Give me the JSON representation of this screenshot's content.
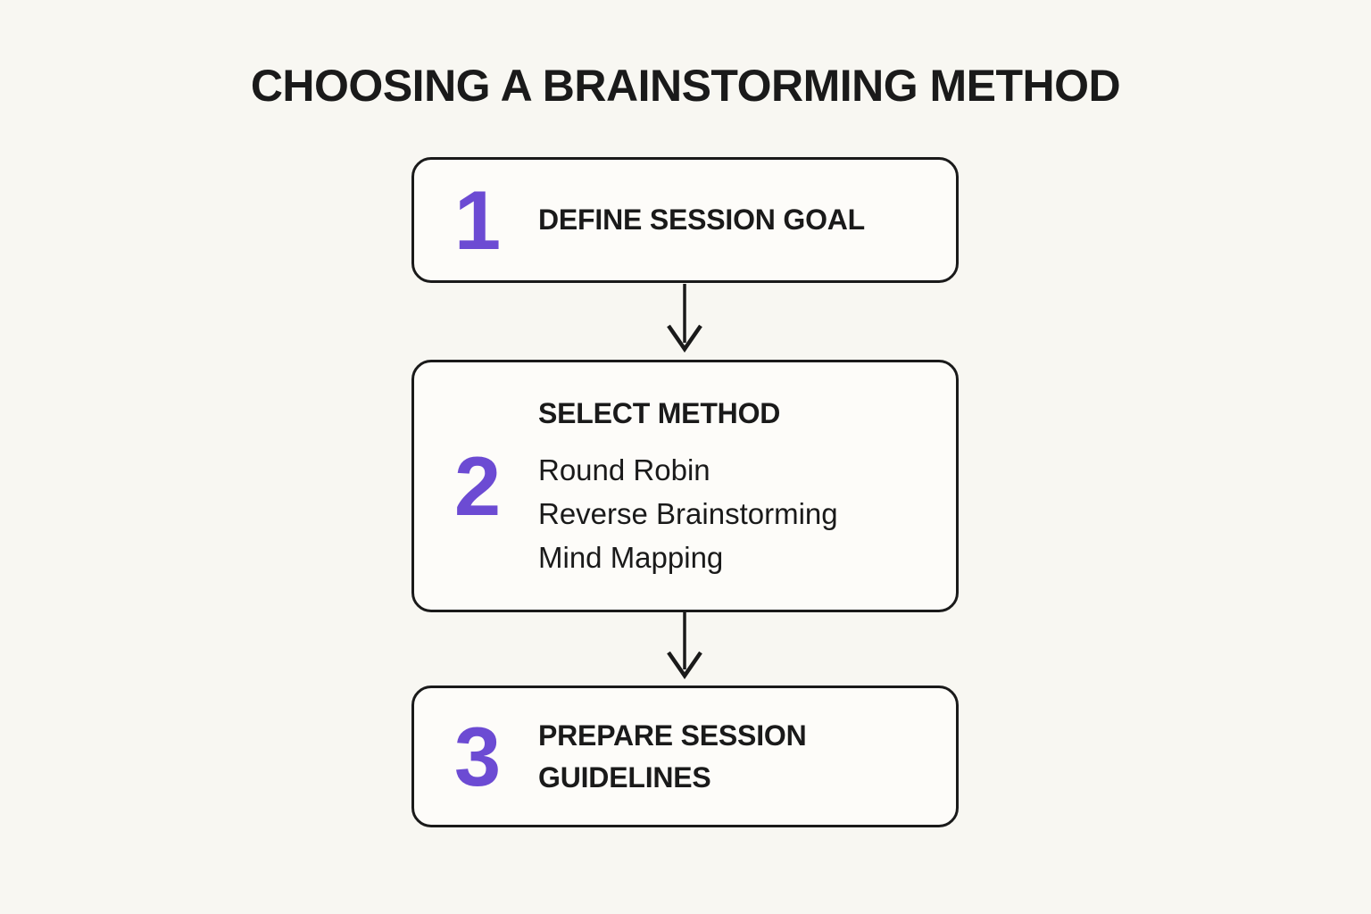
{
  "title": "CHOOSING A BRAINSTORMING METHOD",
  "colors": {
    "accent": "#6C4BD3",
    "ink": "#1A1A1A",
    "background": "#F8F7F2",
    "box_fill": "#FDFCF9"
  },
  "icons": {
    "connector": "arrow-down"
  },
  "flow": {
    "steps": [
      {
        "number": "1",
        "heading": "DEFINE SESSION GOAL",
        "items": []
      },
      {
        "number": "2",
        "heading": "SELECT METHOD",
        "items": [
          "Round Robin",
          "Reverse Brainstorming",
          "Mind Mapping"
        ]
      },
      {
        "number": "3",
        "heading": "PREPARE SESSION GUIDELINES",
        "items": []
      }
    ]
  }
}
